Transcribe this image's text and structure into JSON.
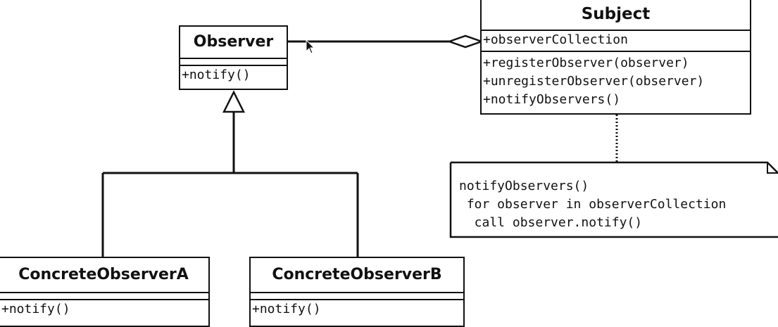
{
  "classes": {
    "observer": {
      "name": "Observer",
      "attributes": [],
      "operations": [
        "+notify()"
      ]
    },
    "subject": {
      "name": "Subject",
      "attributes": [
        "+observerCollection"
      ],
      "operations": [
        "+registerObserver(observer)",
        "+unregisterObserver(observer)",
        "+notifyObservers()"
      ]
    },
    "concrete_a": {
      "name": "ConcreteObserverA",
      "attributes": [],
      "operations": [
        "+notify()"
      ]
    },
    "concrete_b": {
      "name": "ConcreteObserverB",
      "attributes": [],
      "operations": [
        "+notify()"
      ]
    }
  },
  "note": {
    "lines": [
      "notifyObservers()",
      " for observer in observerCollection",
      "  call observer.notify()"
    ]
  },
  "relations": [
    {
      "type": "aggregation",
      "from": "Subject",
      "to": "Observer"
    },
    {
      "type": "generalization",
      "from": "ConcreteObserverA",
      "to": "Observer"
    },
    {
      "type": "generalization",
      "from": "ConcreteObserverB",
      "to": "Observer"
    },
    {
      "type": "note-anchor",
      "from": "note",
      "to": "Subject"
    }
  ],
  "icons": {
    "cursor": "mouse-pointer-icon"
  },
  "colors": {
    "line": "#111111",
    "background": "#ffffff"
  }
}
